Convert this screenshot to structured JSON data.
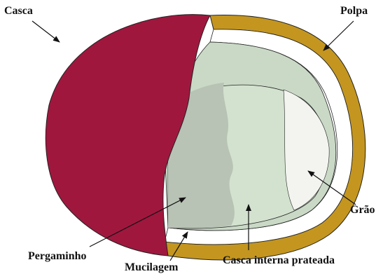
{
  "labels": {
    "casca": "Casca",
    "polpa": "Polpa",
    "grao": "Grão",
    "pergaminho": "Pergaminho",
    "mucilagem": "Mucilagem",
    "casca_interna": "Casca interna prateada"
  },
  "colors": {
    "casca": "#A0173E",
    "polpa": "#C4961F",
    "pergaminho": "#C9D9C6",
    "grao": "#F3F4EF",
    "mucilagem": "#FFFFFF",
    "casca_interna_gray": "#B8C2B5",
    "casca_interna_green": "#D3E2CF",
    "outline": "#222222"
  }
}
